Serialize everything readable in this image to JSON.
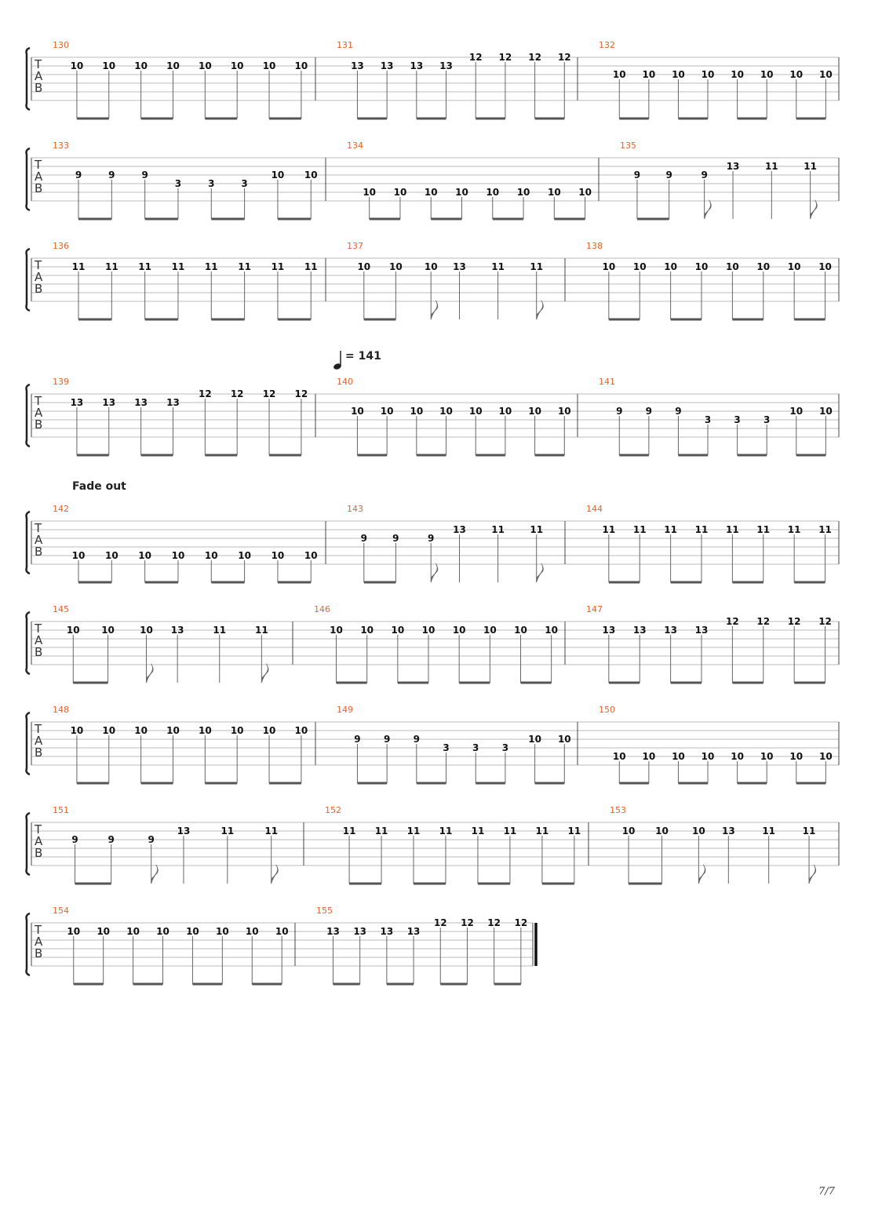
{
  "tab_clef": [
    "T",
    "A",
    "B"
  ],
  "tempo": {
    "value": "= 141"
  },
  "direction": "Fade out",
  "page_number": "7/7",
  "measures": [
    {
      "num": "130",
      "notes": [
        {
          "f": "10",
          "s": 2
        },
        {
          "f": "10",
          "s": 2
        },
        {
          "f": "10",
          "s": 2
        },
        {
          "f": "10",
          "s": 2
        },
        {
          "f": "10",
          "s": 2
        },
        {
          "f": "10",
          "s": 2
        },
        {
          "f": "10",
          "s": 2
        },
        {
          "f": "10",
          "s": 2
        }
      ]
    },
    {
      "num": "131",
      "notes": [
        {
          "f": "13",
          "s": 2
        },
        {
          "f": "13",
          "s": 2
        },
        {
          "f": "13",
          "s": 2
        },
        {
          "f": "13",
          "s": 2
        },
        {
          "f": "12",
          "s": 1
        },
        {
          "f": "12",
          "s": 1
        },
        {
          "f": "12",
          "s": 1
        },
        {
          "f": "12",
          "s": 1
        }
      ]
    },
    {
      "num": "132",
      "notes": [
        {
          "f": "10",
          "s": 3
        },
        {
          "f": "10",
          "s": 3
        },
        {
          "f": "10",
          "s": 3
        },
        {
          "f": "10",
          "s": 3
        },
        {
          "f": "10",
          "s": 3
        },
        {
          "f": "10",
          "s": 3
        },
        {
          "f": "10",
          "s": 3
        },
        {
          "f": "10",
          "s": 3
        }
      ]
    },
    {
      "num": "133",
      "notes": [
        {
          "f": "9",
          "s": 3
        },
        {
          "f": "9",
          "s": 3
        },
        {
          "f": "9",
          "s": 3
        },
        {
          "f": "3",
          "s": 4
        },
        {
          "f": "3",
          "s": 4
        },
        {
          "f": "3",
          "s": 4
        },
        {
          "f": "10",
          "s": 3
        },
        {
          "f": "10",
          "s": 3
        }
      ]
    },
    {
      "num": "134",
      "notes": [
        {
          "f": "10",
          "s": 5
        },
        {
          "f": "10",
          "s": 5
        },
        {
          "f": "10",
          "s": 5
        },
        {
          "f": "10",
          "s": 5
        },
        {
          "f": "10",
          "s": 5
        },
        {
          "f": "10",
          "s": 5
        },
        {
          "f": "10",
          "s": 5
        },
        {
          "f": "10",
          "s": 5
        }
      ]
    },
    {
      "num": "135",
      "rhythm": "triplet",
      "notes": [
        {
          "f": "9",
          "s": 3
        },
        {
          "f": "9",
          "s": 3
        },
        {
          "f": "9",
          "s": 3
        },
        {
          "f": "13",
          "s": 2
        },
        {
          "f": "11",
          "s": 2
        },
        {
          "f": "11",
          "s": 2
        }
      ]
    },
    {
      "num": "136",
      "notes": [
        {
          "f": "11",
          "s": 2
        },
        {
          "f": "11",
          "s": 2
        },
        {
          "f": "11",
          "s": 2
        },
        {
          "f": "11",
          "s": 2
        },
        {
          "f": "11",
          "s": 2
        },
        {
          "f": "11",
          "s": 2
        },
        {
          "f": "11",
          "s": 2
        },
        {
          "f": "11",
          "s": 2
        }
      ]
    },
    {
      "num": "137",
      "rhythm": "triplet",
      "notes": [
        {
          "f": "10",
          "s": 2
        },
        {
          "f": "10",
          "s": 2
        },
        {
          "f": "10",
          "s": 2
        },
        {
          "f": "13",
          "s": 2
        },
        {
          "f": "11",
          "s": 2
        },
        {
          "f": "11",
          "s": 2
        }
      ]
    },
    {
      "num": "138",
      "notes": [
        {
          "f": "10",
          "s": 2
        },
        {
          "f": "10",
          "s": 2
        },
        {
          "f": "10",
          "s": 2
        },
        {
          "f": "10",
          "s": 2
        },
        {
          "f": "10",
          "s": 2
        },
        {
          "f": "10",
          "s": 2
        },
        {
          "f": "10",
          "s": 2
        },
        {
          "f": "10",
          "s": 2
        }
      ]
    },
    {
      "num": "139",
      "notes": [
        {
          "f": "13",
          "s": 2
        },
        {
          "f": "13",
          "s": 2
        },
        {
          "f": "13",
          "s": 2
        },
        {
          "f": "13",
          "s": 2
        },
        {
          "f": "12",
          "s": 1
        },
        {
          "f": "12",
          "s": 1
        },
        {
          "f": "12",
          "s": 1
        },
        {
          "f": "12",
          "s": 1
        }
      ]
    },
    {
      "num": "140",
      "notes": [
        {
          "f": "10",
          "s": 3
        },
        {
          "f": "10",
          "s": 3
        },
        {
          "f": "10",
          "s": 3
        },
        {
          "f": "10",
          "s": 3
        },
        {
          "f": "10",
          "s": 3
        },
        {
          "f": "10",
          "s": 3
        },
        {
          "f": "10",
          "s": 3
        },
        {
          "f": "10",
          "s": 3
        }
      ]
    },
    {
      "num": "141",
      "notes": [
        {
          "f": "9",
          "s": 3
        },
        {
          "f": "9",
          "s": 3
        },
        {
          "f": "9",
          "s": 3
        },
        {
          "f": "3",
          "s": 4
        },
        {
          "f": "3",
          "s": 4
        },
        {
          "f": "3",
          "s": 4
        },
        {
          "f": "10",
          "s": 3
        },
        {
          "f": "10",
          "s": 3
        }
      ]
    },
    {
      "num": "142",
      "notes": [
        {
          "f": "10",
          "s": 5
        },
        {
          "f": "10",
          "s": 5
        },
        {
          "f": "10",
          "s": 5
        },
        {
          "f": "10",
          "s": 5
        },
        {
          "f": "10",
          "s": 5
        },
        {
          "f": "10",
          "s": 5
        },
        {
          "f": "10",
          "s": 5
        },
        {
          "f": "10",
          "s": 5
        }
      ]
    },
    {
      "num": "143",
      "rhythm": "triplet",
      "notes": [
        {
          "f": "9",
          "s": 3
        },
        {
          "f": "9",
          "s": 3
        },
        {
          "f": "9",
          "s": 3
        },
        {
          "f": "13",
          "s": 2
        },
        {
          "f": "11",
          "s": 2
        },
        {
          "f": "11",
          "s": 2
        }
      ]
    },
    {
      "num": "144",
      "notes": [
        {
          "f": "11",
          "s": 2
        },
        {
          "f": "11",
          "s": 2
        },
        {
          "f": "11",
          "s": 2
        },
        {
          "f": "11",
          "s": 2
        },
        {
          "f": "11",
          "s": 2
        },
        {
          "f": "11",
          "s": 2
        },
        {
          "f": "11",
          "s": 2
        },
        {
          "f": "11",
          "s": 2
        }
      ]
    },
    {
      "num": "145",
      "rhythm": "triplet",
      "notes": [
        {
          "f": "10",
          "s": 2
        },
        {
          "f": "10",
          "s": 2
        },
        {
          "f": "10",
          "s": 2
        },
        {
          "f": "13",
          "s": 2
        },
        {
          "f": "11",
          "s": 2
        },
        {
          "f": "11",
          "s": 2
        }
      ]
    },
    {
      "num": "146",
      "notes": [
        {
          "f": "10",
          "s": 2
        },
        {
          "f": "10",
          "s": 2
        },
        {
          "f": "10",
          "s": 2
        },
        {
          "f": "10",
          "s": 2
        },
        {
          "f": "10",
          "s": 2
        },
        {
          "f": "10",
          "s": 2
        },
        {
          "f": "10",
          "s": 2
        },
        {
          "f": "10",
          "s": 2
        }
      ]
    },
    {
      "num": "147",
      "notes": [
        {
          "f": "13",
          "s": 2
        },
        {
          "f": "13",
          "s": 2
        },
        {
          "f": "13",
          "s": 2
        },
        {
          "f": "13",
          "s": 2
        },
        {
          "f": "12",
          "s": 1
        },
        {
          "f": "12",
          "s": 1
        },
        {
          "f": "12",
          "s": 1
        },
        {
          "f": "12",
          "s": 1
        }
      ]
    },
    {
      "num": "148",
      "notes": [
        {
          "f": "10",
          "s": 2
        },
        {
          "f": "10",
          "s": 2
        },
        {
          "f": "10",
          "s": 2
        },
        {
          "f": "10",
          "s": 2
        },
        {
          "f": "10",
          "s": 2
        },
        {
          "f": "10",
          "s": 2
        },
        {
          "f": "10",
          "s": 2
        },
        {
          "f": "10",
          "s": 2
        }
      ]
    },
    {
      "num": "149",
      "notes": [
        {
          "f": "9",
          "s": 3
        },
        {
          "f": "9",
          "s": 3
        },
        {
          "f": "9",
          "s": 3
        },
        {
          "f": "3",
          "s": 4
        },
        {
          "f": "3",
          "s": 4
        },
        {
          "f": "3",
          "s": 4
        },
        {
          "f": "10",
          "s": 3
        },
        {
          "f": "10",
          "s": 3
        }
      ]
    },
    {
      "num": "150",
      "notes": [
        {
          "f": "10",
          "s": 5
        },
        {
          "f": "10",
          "s": 5
        },
        {
          "f": "10",
          "s": 5
        },
        {
          "f": "10",
          "s": 5
        },
        {
          "f": "10",
          "s": 5
        },
        {
          "f": "10",
          "s": 5
        },
        {
          "f": "10",
          "s": 5
        },
        {
          "f": "10",
          "s": 5
        }
      ]
    },
    {
      "num": "151",
      "rhythm": "triplet",
      "notes": [
        {
          "f": "9",
          "s": 3
        },
        {
          "f": "9",
          "s": 3
        },
        {
          "f": "9",
          "s": 3
        },
        {
          "f": "13",
          "s": 2
        },
        {
          "f": "11",
          "s": 2
        },
        {
          "f": "11",
          "s": 2
        }
      ]
    },
    {
      "num": "152",
      "notes": [
        {
          "f": "11",
          "s": 2
        },
        {
          "f": "11",
          "s": 2
        },
        {
          "f": "11",
          "s": 2
        },
        {
          "f": "11",
          "s": 2
        },
        {
          "f": "11",
          "s": 2
        },
        {
          "f": "11",
          "s": 2
        },
        {
          "f": "11",
          "s": 2
        },
        {
          "f": "11",
          "s": 2
        }
      ]
    },
    {
      "num": "153",
      "rhythm": "triplet",
      "notes": [
        {
          "f": "10",
          "s": 2
        },
        {
          "f": "10",
          "s": 2
        },
        {
          "f": "10",
          "s": 2
        },
        {
          "f": "13",
          "s": 2
        },
        {
          "f": "11",
          "s": 2
        },
        {
          "f": "11",
          "s": 2
        }
      ]
    },
    {
      "num": "154",
      "notes": [
        {
          "f": "10",
          "s": 2
        },
        {
          "f": "10",
          "s": 2
        },
        {
          "f": "10",
          "s": 2
        },
        {
          "f": "10",
          "s": 2
        },
        {
          "f": "10",
          "s": 2
        },
        {
          "f": "10",
          "s": 2
        },
        {
          "f": "10",
          "s": 2
        },
        {
          "f": "10",
          "s": 2
        }
      ]
    },
    {
      "num": "155",
      "notes": [
        {
          "f": "13",
          "s": 2
        },
        {
          "f": "13",
          "s": 2
        },
        {
          "f": "13",
          "s": 2
        },
        {
          "f": "13",
          "s": 2
        },
        {
          "f": "12",
          "s": 1
        },
        {
          "f": "12",
          "s": 1
        },
        {
          "f": "12",
          "s": 1
        },
        {
          "f": "12",
          "s": 1
        }
      ]
    }
  ]
}
